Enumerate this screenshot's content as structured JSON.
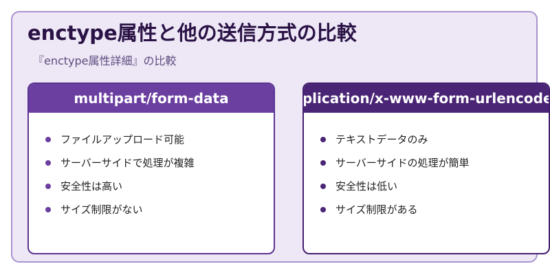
{
  "title": "enctype属性と他の送信方式の比較",
  "subtitle": "『enctype属性詳細』の比較",
  "cards": [
    {
      "header": "multipart/form-data",
      "items": [
        "ファイルアップロード可能",
        "サーバーサイドで処理が複雑",
        "安全性は高い",
        "サイズ制限がない"
      ]
    },
    {
      "header": "application/x-www-form-urlencoded",
      "items": [
        "テキストデータのみ",
        "サーバーサイドの処理が簡単",
        "安全性は低い",
        "サイズ制限がある"
      ]
    }
  ],
  "colors": {
    "background": "#ede7f6",
    "frame_border": "#a993cf",
    "title": "#2a1245",
    "left_accent": "#6b3fa0",
    "right_accent": "#4a2575"
  }
}
